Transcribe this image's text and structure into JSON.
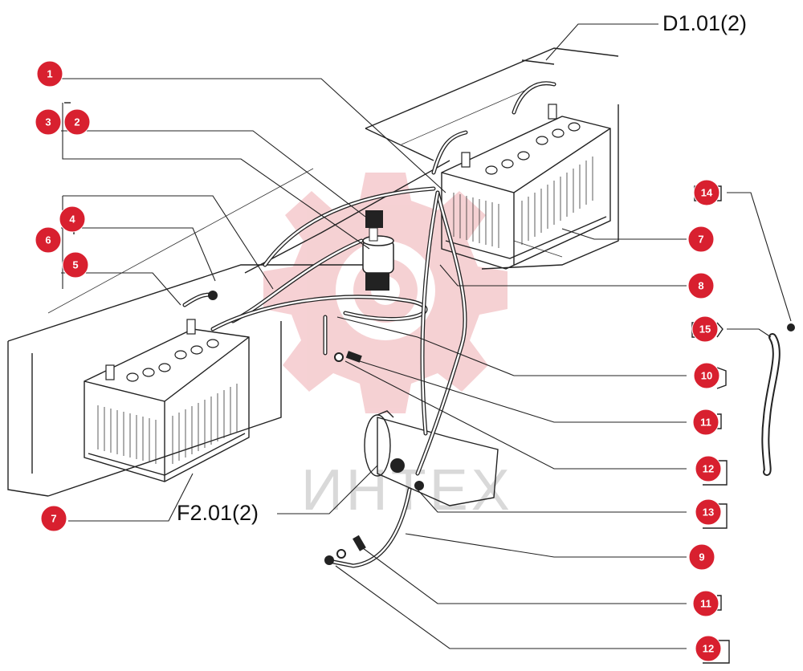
{
  "references": {
    "top": "D1.01(2)",
    "bottom": "F2.01(2)"
  },
  "watermark": "ИНТЕХ",
  "callouts": [
    {
      "id": "c1",
      "label": "1"
    },
    {
      "id": "c2",
      "label": "2"
    },
    {
      "id": "c3",
      "label": "3"
    },
    {
      "id": "c4",
      "label": "4"
    },
    {
      "id": "c5",
      "label": "5"
    },
    {
      "id": "c6",
      "label": "6"
    },
    {
      "id": "c7a",
      "label": "7"
    },
    {
      "id": "c7b",
      "label": "7"
    },
    {
      "id": "c8",
      "label": "8"
    },
    {
      "id": "c9",
      "label": "9"
    },
    {
      "id": "c10",
      "label": "10"
    },
    {
      "id": "c11a",
      "label": "11"
    },
    {
      "id": "c11b",
      "label": "11"
    },
    {
      "id": "c12a",
      "label": "12"
    },
    {
      "id": "c12b",
      "label": "12"
    },
    {
      "id": "c13",
      "label": "13"
    },
    {
      "id": "c14",
      "label": "14"
    },
    {
      "id": "c15",
      "label": "15"
    }
  ],
  "colors": {
    "callout": "#d8202f",
    "watermark_gear": "#f4c9cc",
    "watermark_text": "#d9d9d9",
    "ink": "#222222"
  }
}
